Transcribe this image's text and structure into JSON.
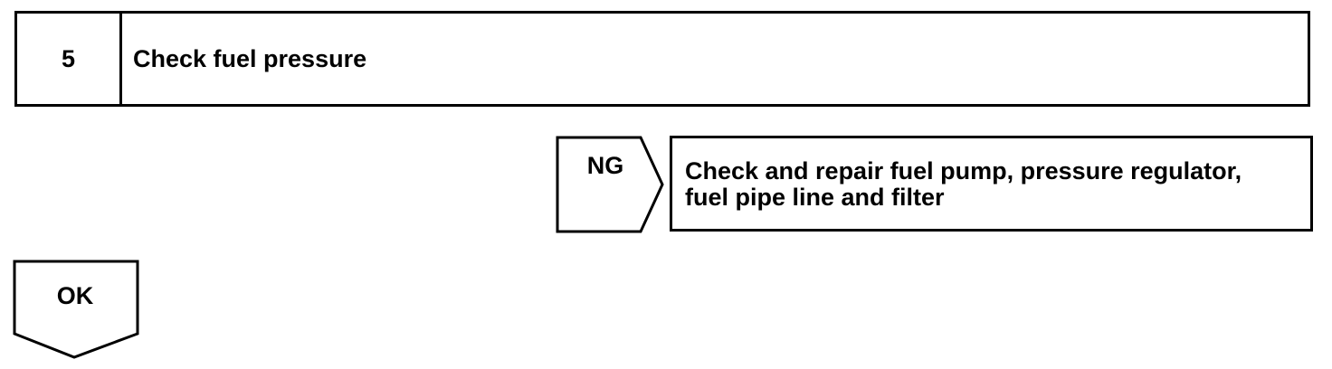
{
  "step": {
    "number": "5",
    "title": "Check fuel pressure"
  },
  "ng_branch": {
    "label": "NG",
    "action_lines": [
      "Check and repair fuel pump, pressure regulator,",
      "fuel pipe line and filter"
    ]
  },
  "ok_branch": {
    "label": "OK"
  }
}
